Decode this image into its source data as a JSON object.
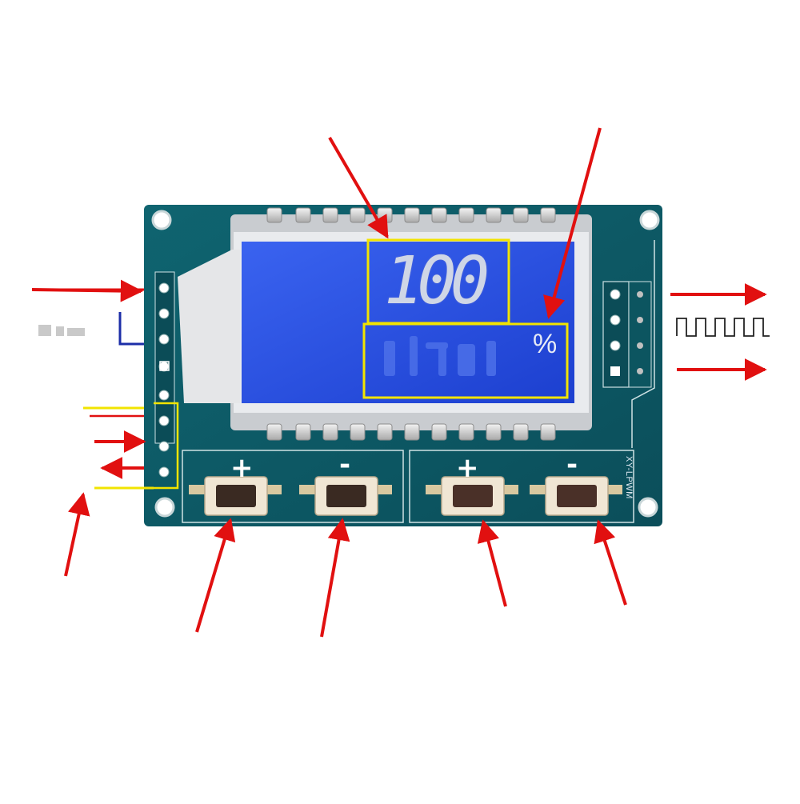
{
  "board": {
    "model_label": "XY-LPWM",
    "pcb_color": "#0e5a66",
    "lcd_color": "#2a4fe0"
  },
  "display": {
    "value_text": "100",
    "unit_text": "%",
    "highlight_color": "#f2e400"
  },
  "button_groups": [
    {
      "plus_label": "+",
      "minus_label": "-"
    },
    {
      "plus_label": "+",
      "minus_label": "-"
    }
  ],
  "annotations": {
    "arrow_color": "#e11010",
    "wire_color": "#f2e400",
    "square_wave_icon": "pwm-square-wave"
  }
}
